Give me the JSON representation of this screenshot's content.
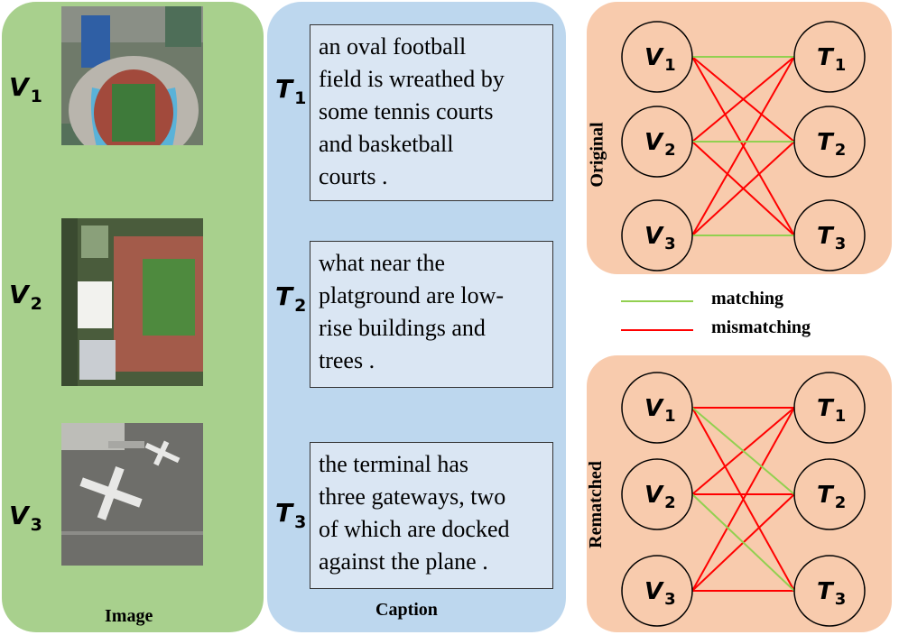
{
  "image_panel": {
    "label": "Image",
    "rows": [
      {
        "letter": "V",
        "sub": "1"
      },
      {
        "letter": "V",
        "sub": "2"
      },
      {
        "letter": "V",
        "sub": "3"
      }
    ]
  },
  "caption_panel": {
    "label": "Caption",
    "rows": [
      {
        "letter": "T",
        "sub": "1",
        "text": "an oval football\nfield is wreathed by\nsome tennis courts\nand basketball\ncourts ."
      },
      {
        "letter": "T",
        "sub": "2",
        "text": "what near the\nplatground are low-\nrise buildings and\ntrees ."
      },
      {
        "letter": "T",
        "sub": "3",
        "text": "the terminal has\nthree gateways, two\nof which are docked\nagainst the plane ."
      }
    ]
  },
  "graphs": {
    "original": {
      "title": "Original",
      "matching": [
        [
          "V1",
          "T1"
        ],
        [
          "V2",
          "T2"
        ],
        [
          "V3",
          "T3"
        ]
      ],
      "mismatching": [
        [
          "V1",
          "T2"
        ],
        [
          "V1",
          "T3"
        ],
        [
          "V2",
          "T1"
        ],
        [
          "V2",
          "T3"
        ],
        [
          "V3",
          "T1"
        ],
        [
          "V3",
          "T2"
        ]
      ]
    },
    "rematched": {
      "title": "Rematched",
      "matching": [
        [
          "V1",
          "T2"
        ],
        [
          "V2",
          "T3"
        ]
      ],
      "mismatching": [
        [
          "V1",
          "T1"
        ],
        [
          "V1",
          "T3"
        ],
        [
          "V2",
          "T1"
        ],
        [
          "V2",
          "T2"
        ],
        [
          "V3",
          "T1"
        ],
        [
          "V3",
          "T2"
        ],
        [
          "V3",
          "T3"
        ]
      ]
    }
  },
  "legend": {
    "matching": "matching",
    "mismatching": "mismatching",
    "matching_color": "#92d050",
    "mismatching_color": "#ff0000"
  }
}
